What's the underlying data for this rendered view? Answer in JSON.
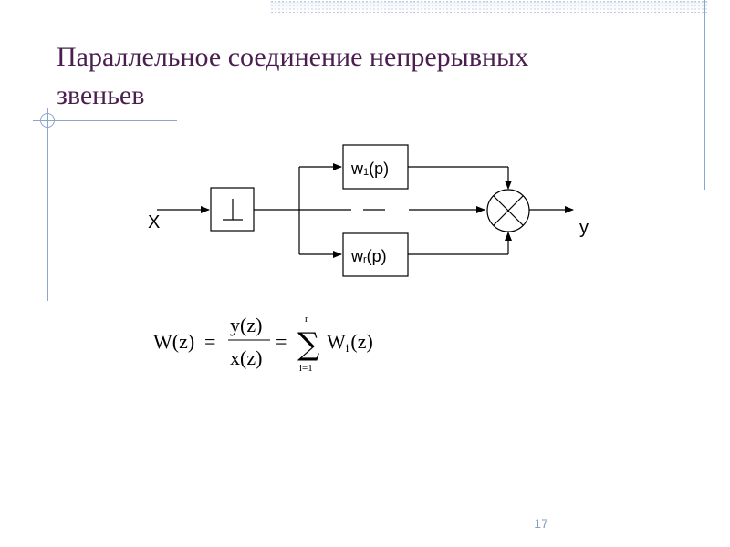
{
  "slide": {
    "title_line1": "Параллельное соединение непрерывных",
    "title_line2": "звеньев",
    "page_number": "17"
  },
  "diagram": {
    "input_label": "X",
    "output_label": "y",
    "block_top_name": "w",
    "block_top_sub": "1",
    "block_top_arg": "(p)",
    "block_bottom_name": "w",
    "block_bottom_sub": "r",
    "block_bottom_arg": "(p)"
  },
  "formula": {
    "lhs": "W(z)",
    "eq1": "=",
    "num": "y(z)",
    "den": "x(z)",
    "eq2": "=",
    "sum_symbol": "∑",
    "upper_limit": "r",
    "lower_limit": "i=1",
    "term_name": "W",
    "term_sub": "i",
    "term_arg": "(z)"
  },
  "colors": {
    "title": "#4a1f4f",
    "decor": "#8aa6cc",
    "page_number": "#8a9fbd",
    "lines": "#000000"
  }
}
